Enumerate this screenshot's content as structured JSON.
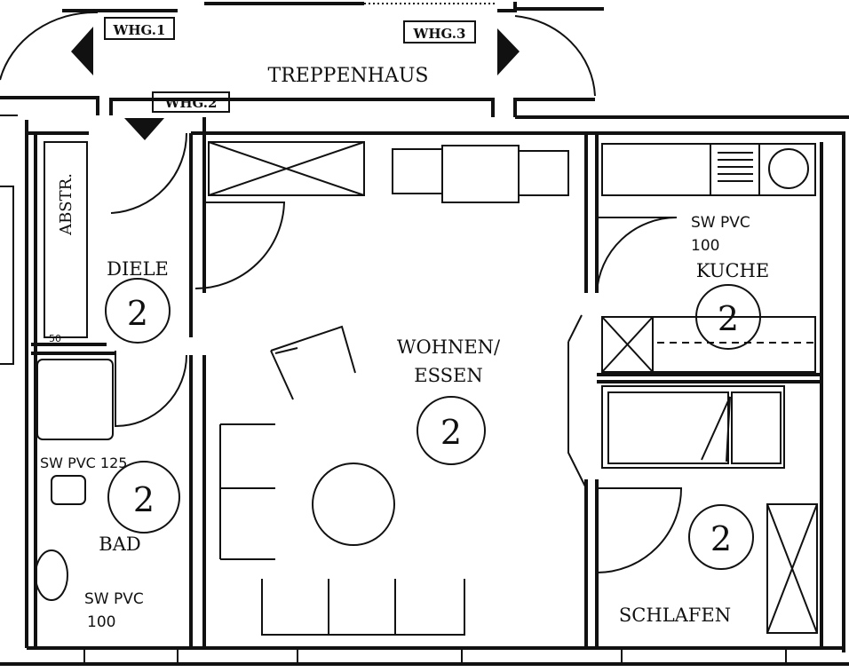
{
  "plan": {
    "staircase": {
      "label": "TREPPENHAUS",
      "units": [
        "WHG.1",
        "WHG.2",
        "WHG.3"
      ]
    },
    "rooms": {
      "closet": {
        "label": "ABSTR.",
        "dimension": "50"
      },
      "hall": {
        "label": "DIELE",
        "number": "2"
      },
      "living": {
        "label_line1": "WOHNEN/",
        "label_line2": "ESSEN",
        "number": "2"
      },
      "kitchen": {
        "label": "KUCHE",
        "drain_line1": "SW PVC",
        "drain_line2": "100",
        "number": "2"
      },
      "bath": {
        "label": "BAD",
        "drain_top": "SW PVC 125",
        "drain_line1": "SW PVC",
        "drain_line2": "100",
        "number": "2"
      },
      "bedroom": {
        "label": "SCHLAFEN",
        "number": "2"
      }
    }
  }
}
